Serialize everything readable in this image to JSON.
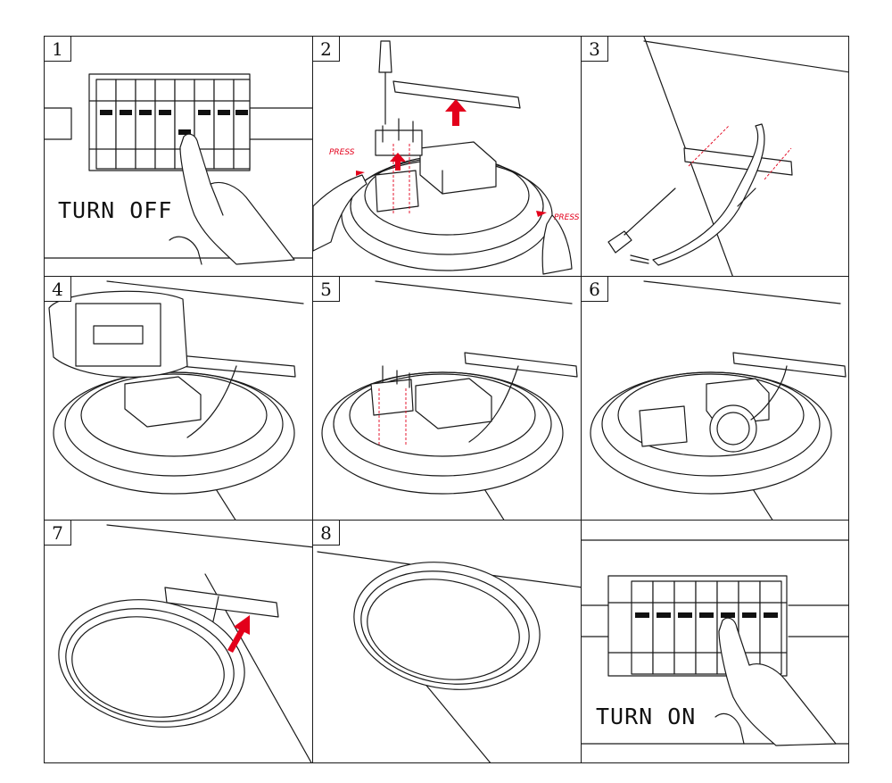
{
  "steps": [
    {
      "number": "1",
      "caption": "TURN OFF"
    },
    {
      "number": "2",
      "caption": ""
    },
    {
      "number": "3",
      "caption": ""
    },
    {
      "number": "4",
      "caption": ""
    },
    {
      "number": "5",
      "caption": ""
    },
    {
      "number": "6",
      "caption": ""
    },
    {
      "number": "7",
      "caption": ""
    },
    {
      "number": "8",
      "caption": ""
    },
    {
      "number": "",
      "caption": "TURN ON"
    }
  ],
  "labels": {
    "press": "PRESS"
  },
  "colors": {
    "line": "#1a1a1a",
    "accent": "#e3001b",
    "background": "#ffffff"
  }
}
